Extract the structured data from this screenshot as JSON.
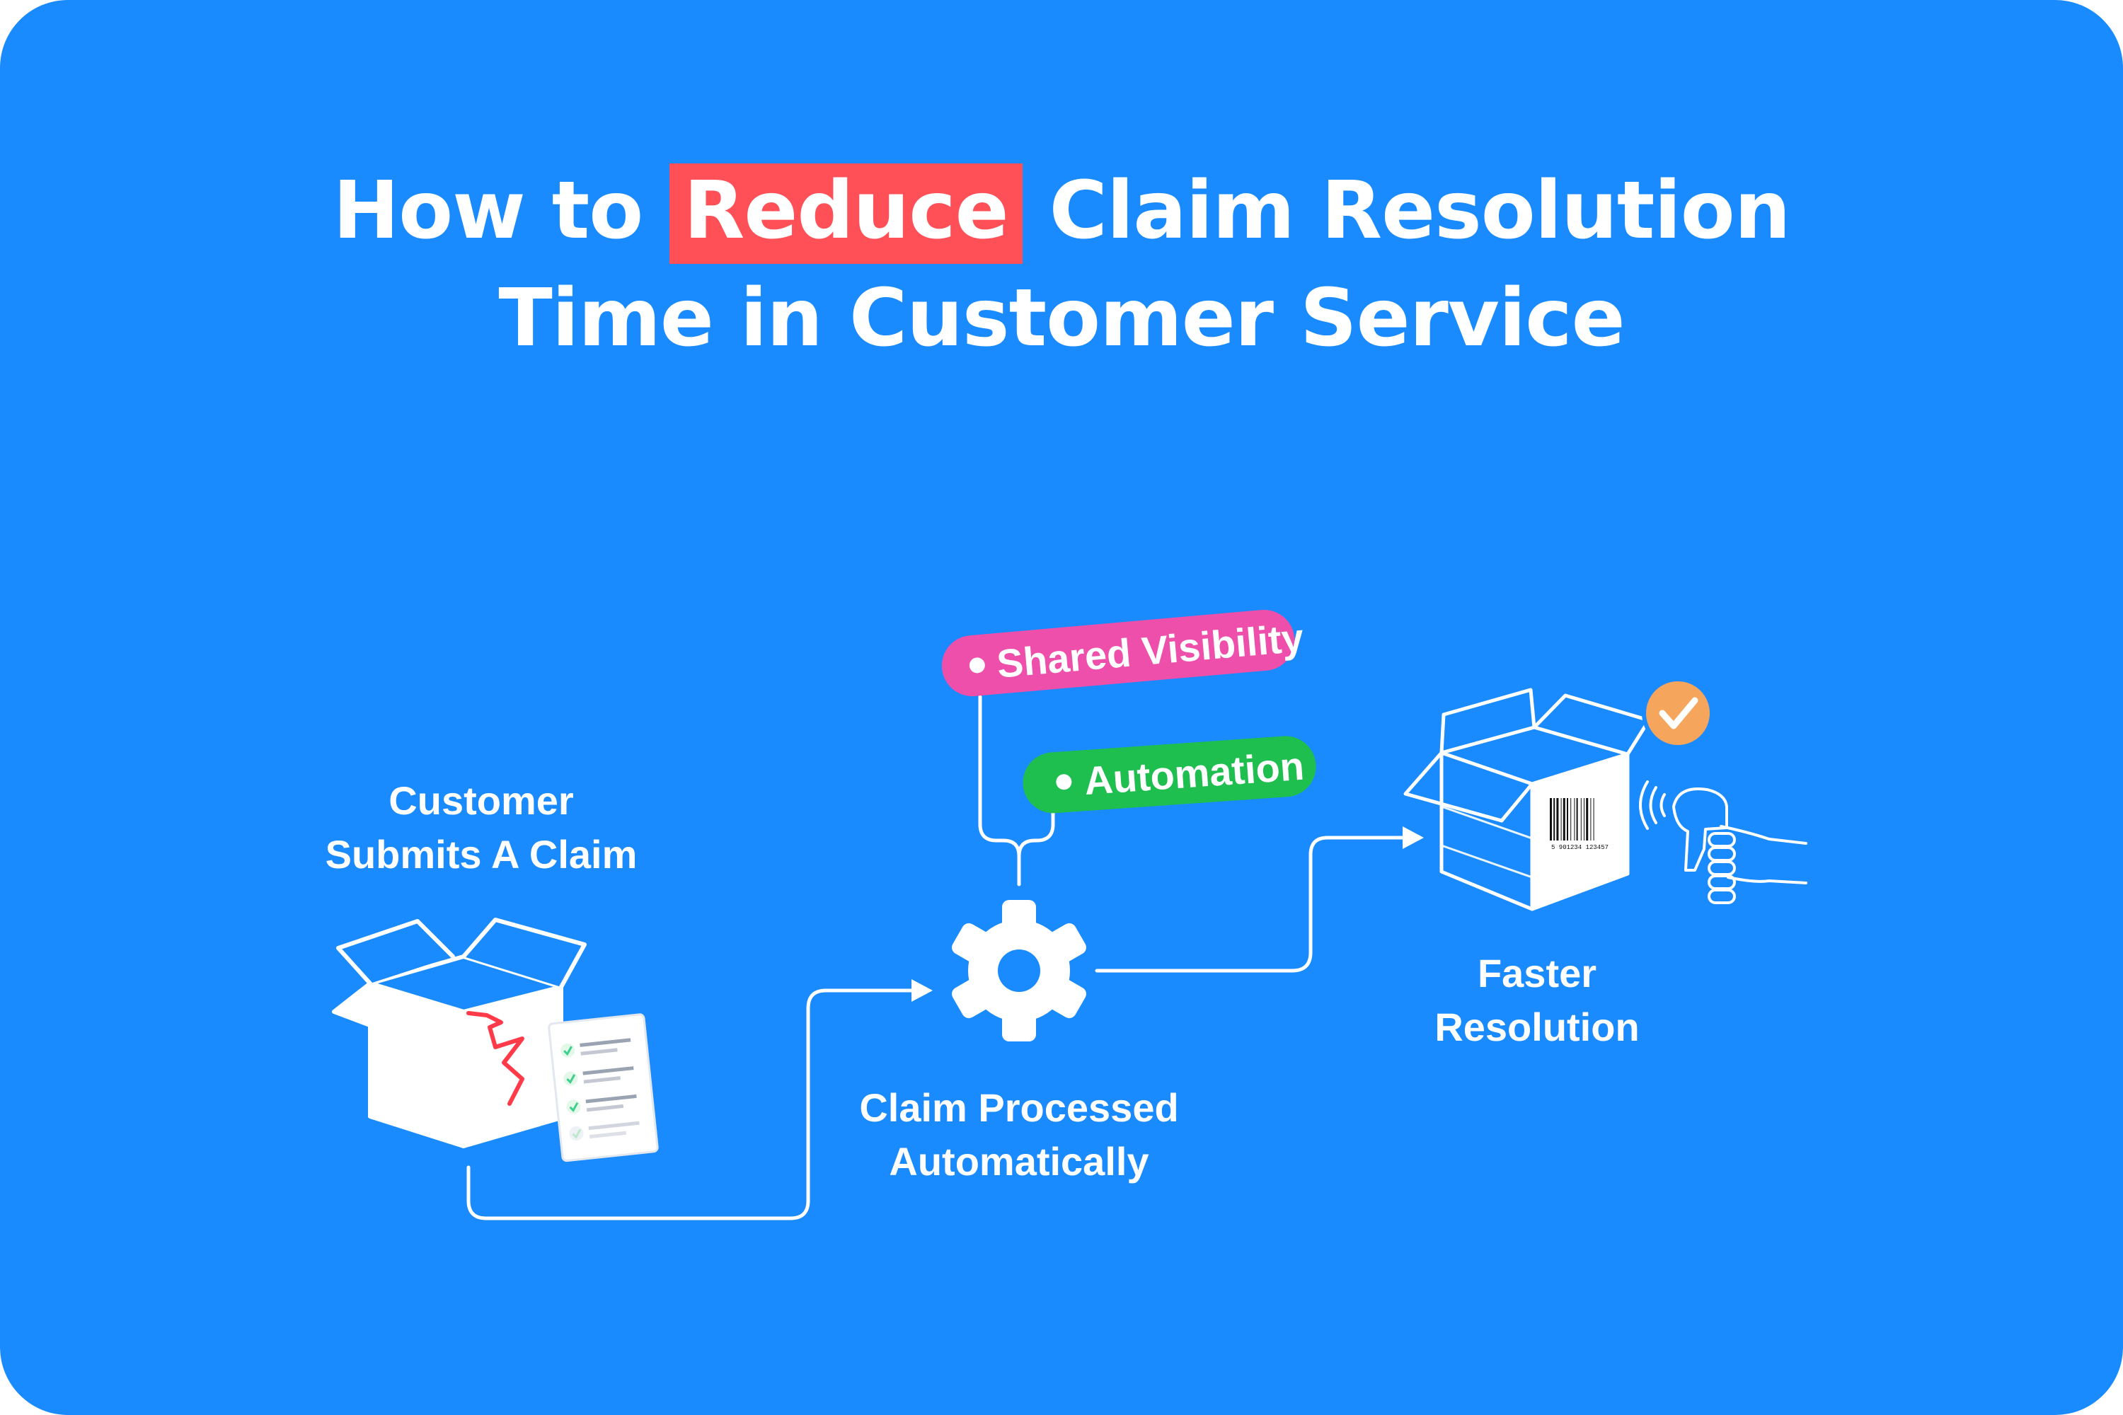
{
  "title": {
    "before": "How to",
    "highlight": "Reduce",
    "after": "Claim Resolution",
    "line2": "Time in Customer Service"
  },
  "steps": [
    {
      "line1": "Customer",
      "line2": "Submits A Claim"
    },
    {
      "line1": "Claim Processed",
      "line2": "Automatically"
    },
    {
      "line1": "Faster",
      "line2": "Resolution"
    }
  ],
  "tags": [
    {
      "label": "Shared Visibility",
      "color": "#ee4faa"
    },
    {
      "label": "Automation",
      "color": "#1ebe4f"
    }
  ],
  "barcode_numbers": "5 901234 123457",
  "icons": [
    "box-open-damaged-icon",
    "checklist-document-icon",
    "gear-icon",
    "box-barcode-icon",
    "checkmark-badge-icon",
    "barcode-scanner-hand-icon"
  ],
  "colors": {
    "background": "#1a8aff",
    "highlight": "#ff4f57",
    "damage": "#ff3b4a",
    "check_badge": "#f5a55c",
    "check_mark": "#3fcf8e"
  }
}
